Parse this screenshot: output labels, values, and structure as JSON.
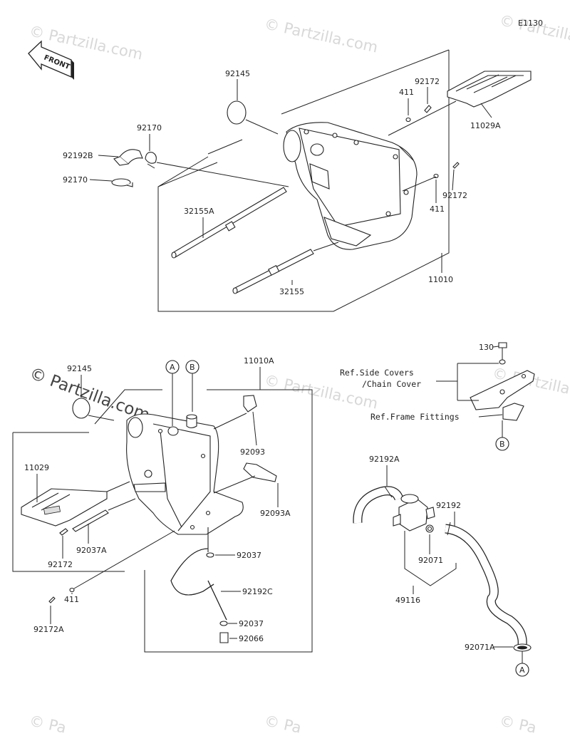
{
  "diagram_code": "E1130",
  "direction_label": "FRONT",
  "watermark_text": "© Partzilla.com",
  "watermark_partial": "© Partzilla",
  "watermark_tail": "© Pa",
  "parts": {
    "p92145_top": "92145",
    "p92172_top": "92172",
    "p411_top": "411",
    "p11029A": "11029A",
    "p92170_top": "92170",
    "p92192B": "92192B",
    "p92170_bot": "92170",
    "p92172_mid": "92172",
    "p411_mid": "411",
    "p32155A": "32155A",
    "p11010": "11010",
    "p32155": "32155",
    "p130": "130",
    "ref_side_covers_1": "Ref.Side Covers",
    "ref_side_covers_2": "/Chain Cover",
    "ref_frame_fittings": "Ref.Frame Fittings",
    "p92145_bot": "92145",
    "p11010A": "11010A",
    "p92093": "92093",
    "p11029": "11029",
    "p92093A": "92093A",
    "p92037A": "92037A",
    "p92172_bot": "92172",
    "p92037_a": "92037",
    "p92192C": "92192C",
    "p92037_b": "92037",
    "p92066": "92066",
    "p411_bot": "411",
    "p92172A": "92172A",
    "p92192A": "92192A",
    "p92192": "92192",
    "p92071": "92071",
    "p49116": "49116",
    "p92071A": "92071A"
  },
  "refs": {
    "a_top": "A",
    "b_top": "B",
    "b_right": "B",
    "a_bottom": "A"
  }
}
